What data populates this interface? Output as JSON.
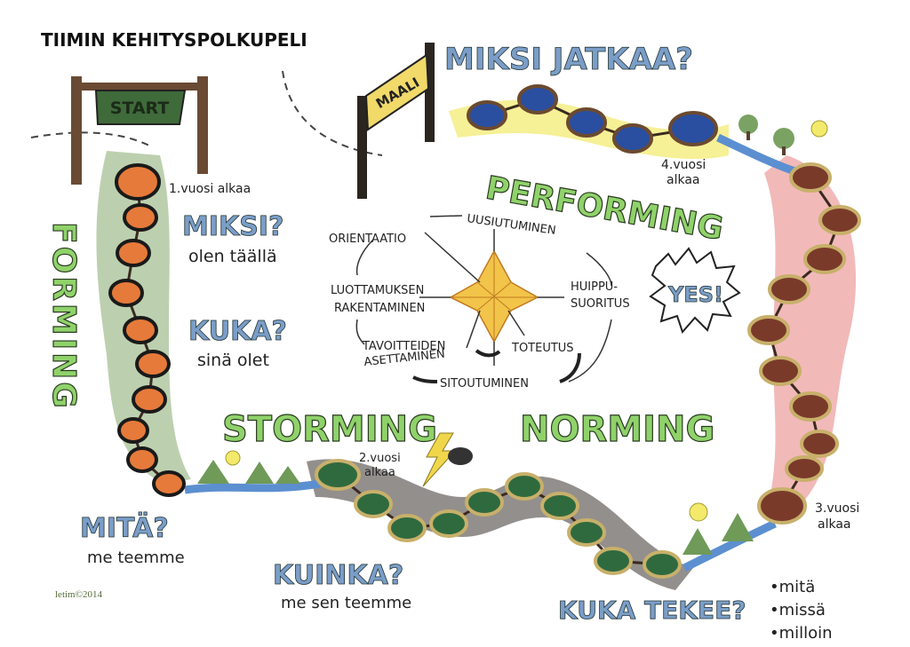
{
  "title": "TIIMIN KEHITYSPOLKUPELI",
  "start_sign": "START",
  "goal_sign": "MAALI",
  "phases": {
    "forming": "FORMING",
    "storming": "STORMING",
    "norming": "NORMING",
    "performing": "PERFORMING"
  },
  "questions": {
    "top": "MIKSI JATKAA?",
    "why": "MIKSI?",
    "why_sub": "olen täällä",
    "who": "KUKA?",
    "who_sub": "sinä olet",
    "what": "MITÄ?",
    "what_sub": "me teemme",
    "how": "KUINKA?",
    "how_sub": "me sen teemme",
    "who_does": "KUKA TEKEE?",
    "who_does_items": [
      "•mitä",
      "•missä",
      "•milloin"
    ]
  },
  "years": {
    "y1": "1.vuosi alkaa",
    "y2_line1": "2.vuosi",
    "y2_line2": "alkaa",
    "y3_line1": "3.vuosi",
    "y3_line2": "alkaa",
    "y4_line1": "4.vuosi",
    "y4_line2": "alkaa"
  },
  "cycle": {
    "orientaatio": "ORIENTAATIO",
    "uusiutuminen": "UUSIUTUMINEN",
    "luottamus_line1": "LUOTTAMUKSEN",
    "luottamus_line2": "RAKENTAMINEN",
    "huippu_line1": "HUIPPU-",
    "huippu_line2": "SUORITUS",
    "tavoitteiden_line1": "TAVOITTEIDEN",
    "tavoitteiden_line2": "ASETTAMINEN",
    "toteutus": "TOTEUTUS",
    "sitoutuminen": "SITOUTUMINEN"
  },
  "yes_burst": "YES!",
  "credit": "letim©2014",
  "colors": {
    "forming_border": "#6f8f5a",
    "storming_border": "#5a4a40",
    "performing_border": "#e07070",
    "goal_glow": "#f2ea6a",
    "orange_stone": "#e67a3a",
    "green_stone": "#2f6a3e",
    "brown_stone": "#7a3a2a",
    "blue_stone": "#2a4fa0",
    "phase_text": "#8fd26a",
    "question_text": "#7a9ec8"
  }
}
